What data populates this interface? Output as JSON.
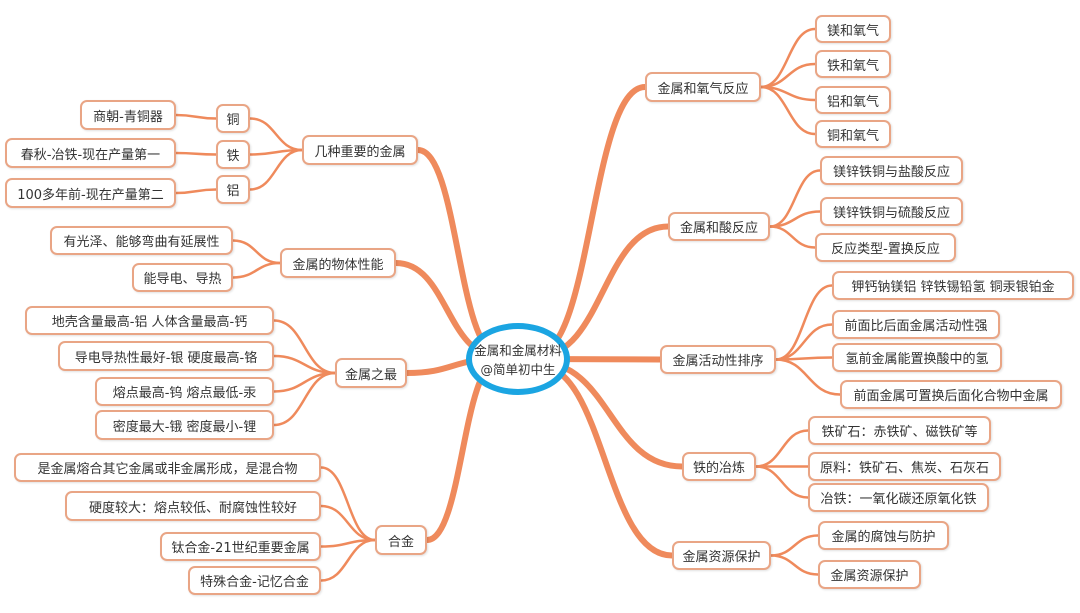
{
  "center": {
    "title": "金属和金属材料",
    "subtitle": "@简单初中生"
  },
  "colors": {
    "line": "#ef8a5c",
    "box_border": "#e9a585",
    "center_ring": "#1ba5e2"
  },
  "right": [
    {
      "label": "金属和氧气反应",
      "children": [
        "镁和氧气",
        "铁和氧气",
        "铝和氧气",
        "铜和氧气"
      ]
    },
    {
      "label": "金属和酸反应",
      "children": [
        "镁锌铁铜与盐酸反应",
        "镁锌铁铜与硫酸反应",
        "反应类型-置换反应"
      ]
    },
    {
      "label": "金属活动性排序",
      "children": [
        "钾钙钠镁铝 锌铁锡铅氢 铜汞银铂金",
        "前面比后面金属活动性强",
        "氢前金属能置换酸中的氢",
        "前面金属可置换后面化合物中金属"
      ]
    },
    {
      "label": "铁的冶炼",
      "children": [
        "铁矿石：赤铁矿、磁铁矿等",
        "原料：铁矿石、焦炭、石灰石",
        "冶铁：一氧化碳还原氧化铁"
      ]
    },
    {
      "label": "金属资源保护",
      "children": [
        "金属的腐蚀与防护",
        "金属资源保护"
      ]
    }
  ],
  "left": [
    {
      "label": "几种重要的金属",
      "children": [
        {
          "label": "铜",
          "detail": "商朝-青铜器"
        },
        {
          "label": "铁",
          "detail": "春秋-冶铁-现在产量第一"
        },
        {
          "label": "铝",
          "detail": "100多年前-现在产量第二"
        }
      ]
    },
    {
      "label": "金属的物体性能",
      "children": [
        "有光泽、能够弯曲有延展性",
        "能导电、导热"
      ]
    },
    {
      "label": "金属之最",
      "children": [
        "地壳含量最高-铝 人体含量最高-钙",
        "导电导热性最好-银 硬度最高-铬",
        "熔点最高-钨 熔点最低-汞",
        "密度最大-锇 密度最小-锂"
      ]
    },
    {
      "label": "合金",
      "children": [
        "是金属熔合其它金属或非金属形成，是混合物",
        "硬度较大：熔点较低、耐腐蚀性较好",
        "钛合金-21世纪重要金属",
        "特殊合金-记忆合金"
      ]
    }
  ]
}
